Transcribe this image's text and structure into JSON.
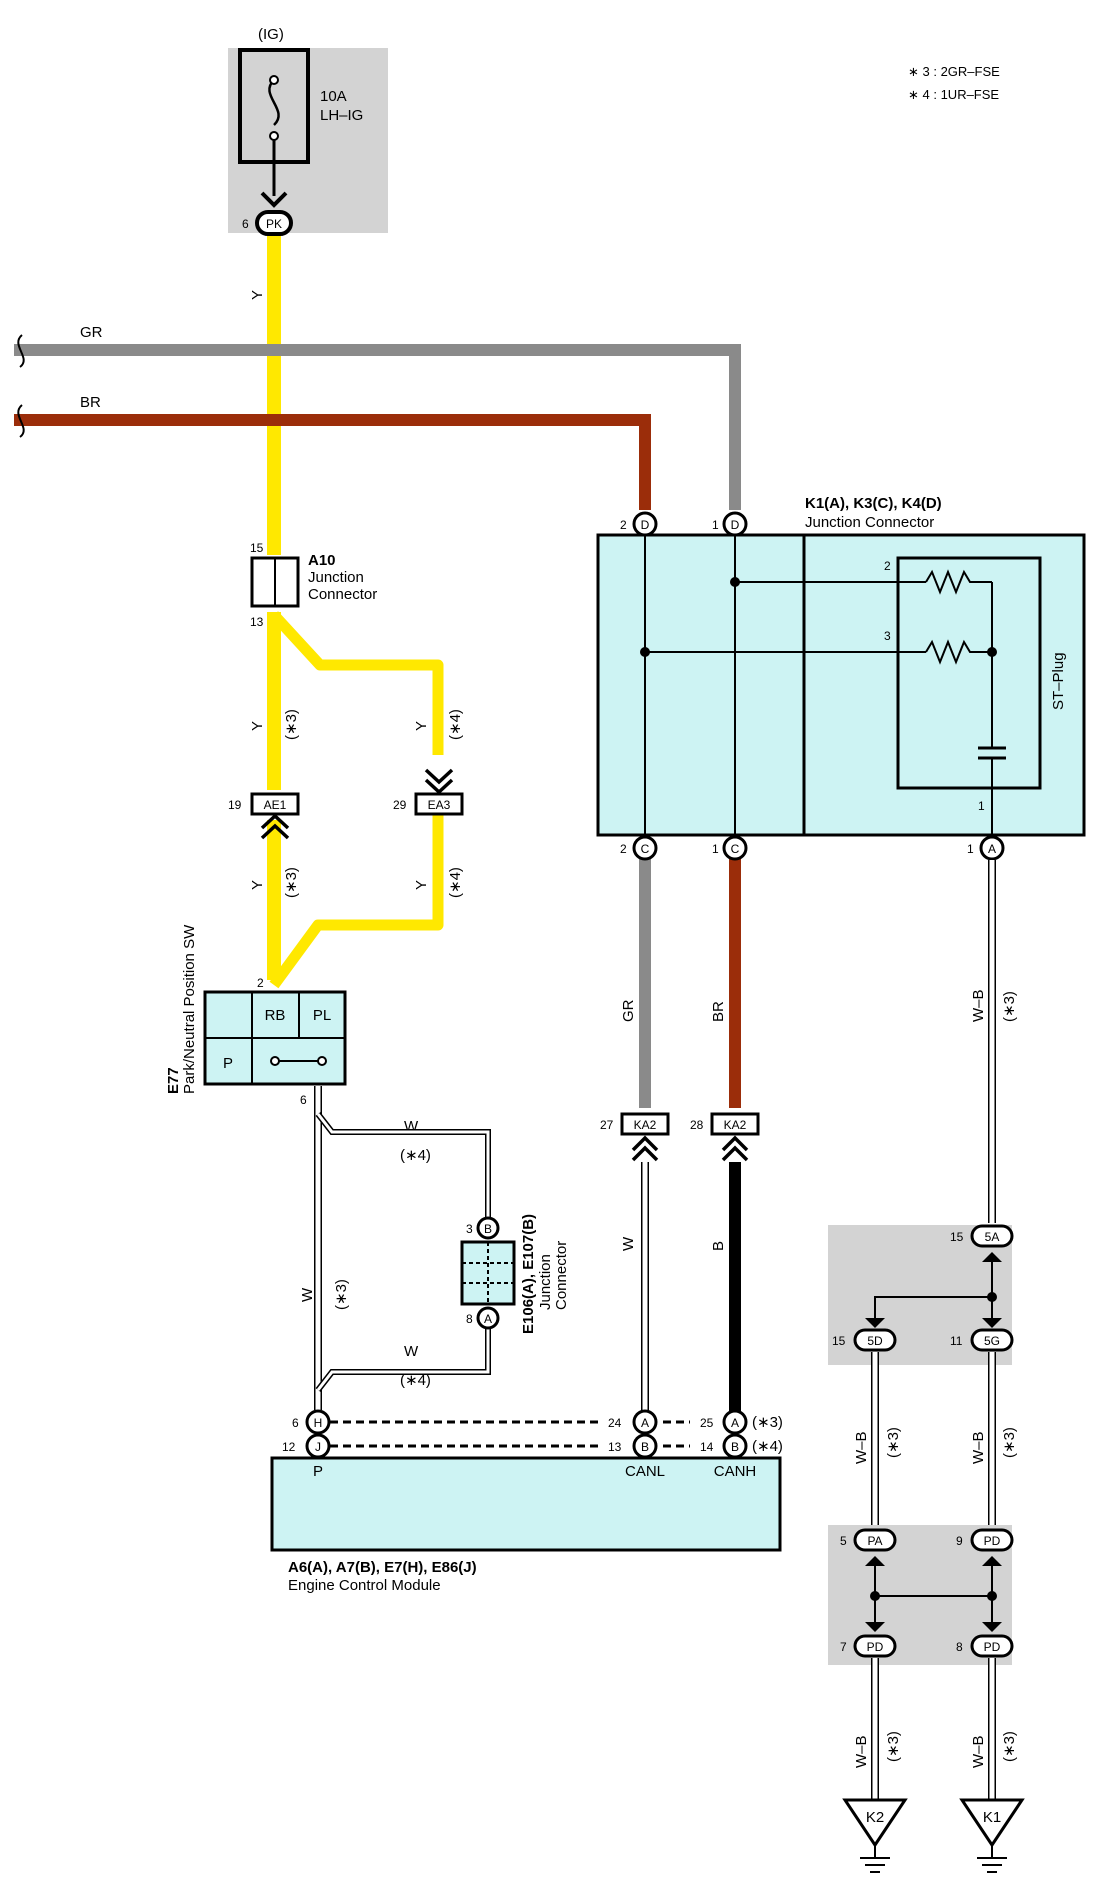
{
  "legend": [
    "∗ 3 : 2GR–FSE",
    "∗ 4 : 1UR–FSE"
  ],
  "fuse": {
    "supply": "(IG)",
    "rating": "10A",
    "name": "LH–IG",
    "pin": "6",
    "conn": "PK"
  },
  "wires": {
    "y_top": "Y",
    "gr": "GR",
    "br": "BR",
    "y3a": "Y",
    "y3a_note": "(∗3)",
    "y4a": "Y",
    "y4a_note": "(∗4)",
    "y3b": "Y",
    "y3b_note": "(∗3)",
    "y4b": "Y",
    "y4b_note": "(∗4)",
    "gr_vert": "GR",
    "br_vert": "BR",
    "wb_k": "W–B",
    "wb_k_note": "(∗3)",
    "w_top": "W",
    "w_top_note": "(∗4)",
    "w_bot": "W",
    "w_bot_note": "(∗4)",
    "w_left": "W",
    "w_left_note": "(∗3)",
    "w_ka": "W",
    "b_ka": "B",
    "wb_1": "W–B",
    "wb_1_note": "(∗3)",
    "wb_2": "W–B",
    "wb_2_note": "(∗3)",
    "wb_3": "W–B",
    "wb_3_note": "(∗3)",
    "wb_4": "W–B",
    "wb_4_note": "(∗3)"
  },
  "a10": {
    "id": "A10",
    "l1": "Junction",
    "l2": "Connector",
    "pin_top": "15",
    "pin_bot": "13"
  },
  "ae1": {
    "pin": "19",
    "conn": "AE1"
  },
  "ea3": {
    "pin": "29",
    "conn": "EA3"
  },
  "e77": {
    "id": "E77",
    "name": "Park/Neutral Position SW",
    "pin_top": "2",
    "pin_bot": "6",
    "rb": "RB",
    "pl": "PL",
    "p": "P"
  },
  "e106": {
    "id": "E106(A), E107(B)",
    "l1": "Junction",
    "l2": "Connector",
    "pin_top": "3",
    "conn_top": "B",
    "pin_bot": "8",
    "conn_bot": "A"
  },
  "k1": {
    "id": "K1(A), K3(C), K4(D)",
    "name": "Junction Connector",
    "pin_d2": "2",
    "conn_d2": "D",
    "pin_d1": "1",
    "conn_d1": "D",
    "pin_c2": "2",
    "conn_c2": "C",
    "pin_c1": "1",
    "conn_c1": "C",
    "pin_a1": "1",
    "conn_a1": "A",
    "inner2": "2",
    "inner3": "3",
    "inner1": "1",
    "st_plug": "ST–Plug"
  },
  "ka2_27": {
    "pin": "27",
    "conn": "KA2"
  },
  "ka2_28": {
    "pin": "28",
    "conn": "KA2"
  },
  "ecm": {
    "id": "A6(A), A7(B), E7(H), E86(J)",
    "name": "Engine Control Module",
    "p": "P",
    "canl": "CANL",
    "canh": "CANH",
    "pin6": "6",
    "conn_h": "H",
    "pin12": "12",
    "conn_j": "J",
    "pin24": "24",
    "conn_a24": "A",
    "pin13": "13",
    "conn_b13": "B",
    "pin25": "25",
    "conn_a25": "A",
    "note25": "(∗3)",
    "pin14": "14",
    "conn_b14": "B",
    "note14": "(∗4)"
  },
  "ground_conn": {
    "p15a": "15",
    "c5a": "5A",
    "p15d": "15",
    "c5d": "5D",
    "p11g": "11",
    "c5g": "5G",
    "p5pa": "5",
    "cpa": "PA",
    "p9pd": "9",
    "cpd9": "PD",
    "p7pd": "7",
    "cpd7": "PD",
    "p8pd": "8",
    "cpd8": "PD"
  },
  "grounds": {
    "k2": "K2",
    "k1": "K1"
  },
  "colors": {
    "yellow": "#ffe800",
    "gray": "#8a8a8a",
    "brown": "#9b2d0a",
    "cyan": "#cdf3f3",
    "shade": "#d3d3d3"
  }
}
